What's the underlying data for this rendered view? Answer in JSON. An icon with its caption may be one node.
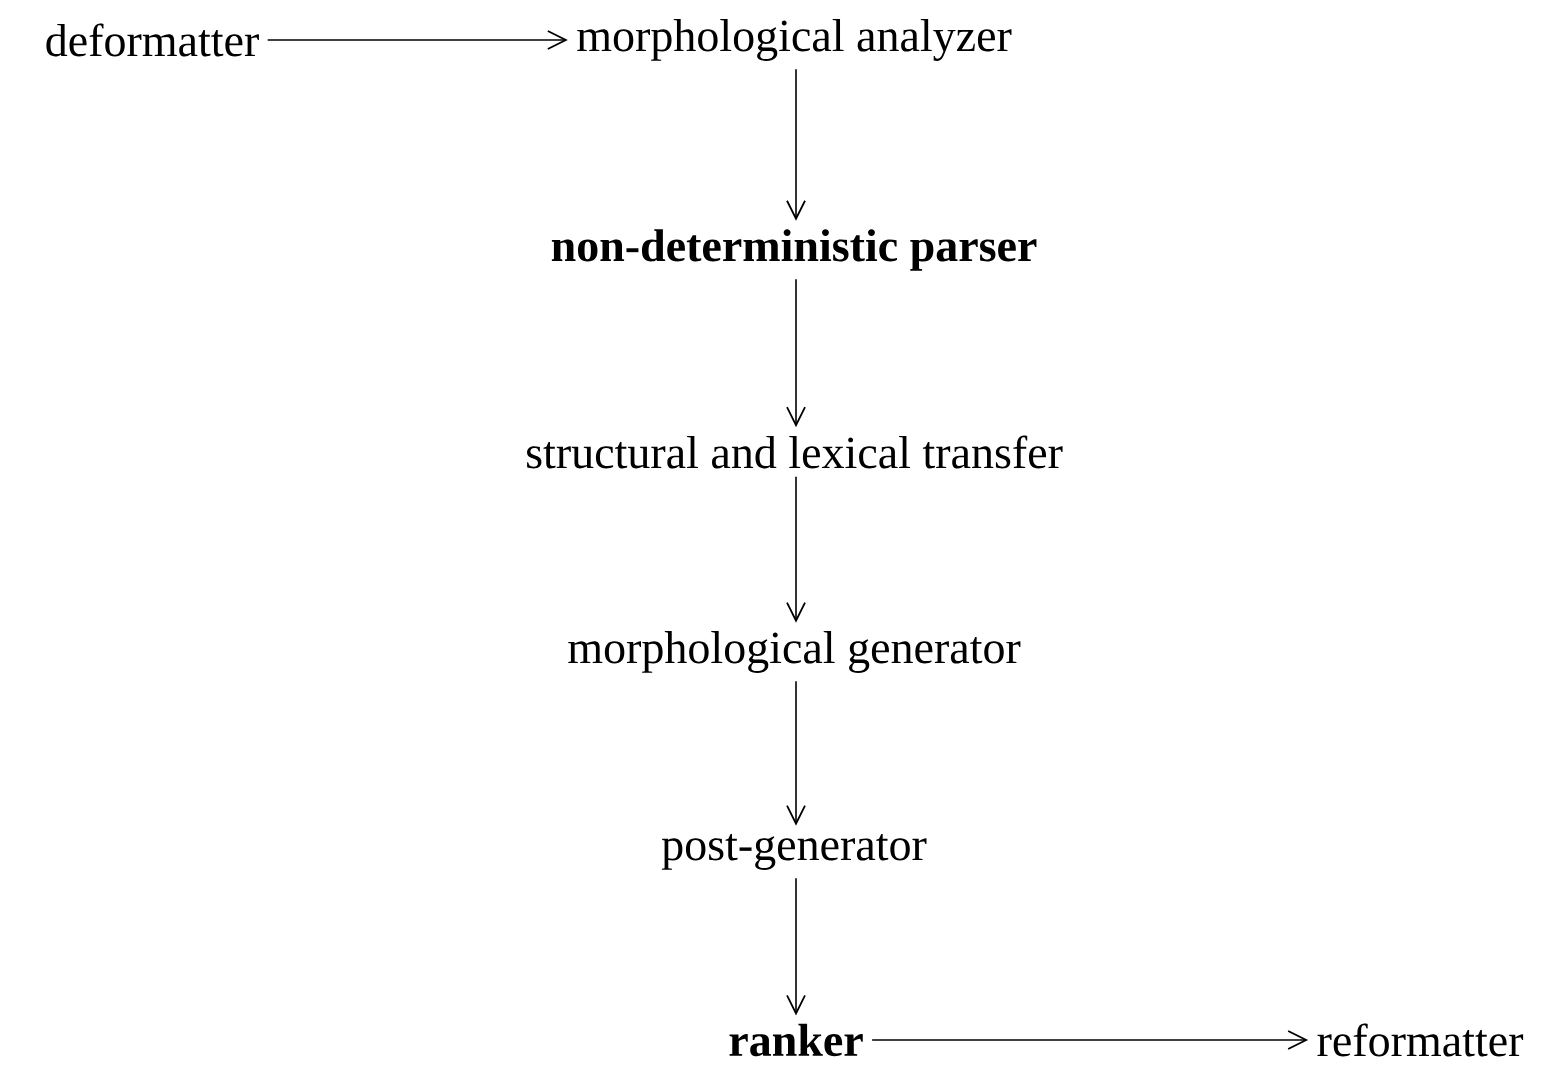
{
  "diagram": {
    "nodes": [
      {
        "text": [
          "deformatter"
        ]
      },
      {
        "text": [
          "morphological analyzer"
        ]
      },
      {
        "text": [
          "non-deterministic parser"
        ]
      },
      {
        "text": [
          "structural and lexical transfer"
        ]
      },
      {
        "text": [
          "morphological generator"
        ]
      },
      {
        "text": [
          "post-generator"
        ]
      },
      {
        "text": [
          "ranker"
        ]
      },
      {
        "text": [
          "reformatter"
        ]
      }
    ],
    "edges": [
      {
        "from": 0,
        "to": 1,
        "arrow": "to"
      },
      {
        "from": 1,
        "to": 2,
        "arrow": "to"
      },
      {
        "from": 2,
        "to": 3,
        "arrow": "to"
      },
      {
        "from": 3,
        "to": 4,
        "arrow": "to"
      },
      {
        "from": 4,
        "to": 5,
        "arrow": "to"
      },
      {
        "from": 5,
        "to": 6,
        "arrow": "to"
      },
      {
        "from": 6,
        "to": 7,
        "arrow": "to"
      }
    ]
  }
}
